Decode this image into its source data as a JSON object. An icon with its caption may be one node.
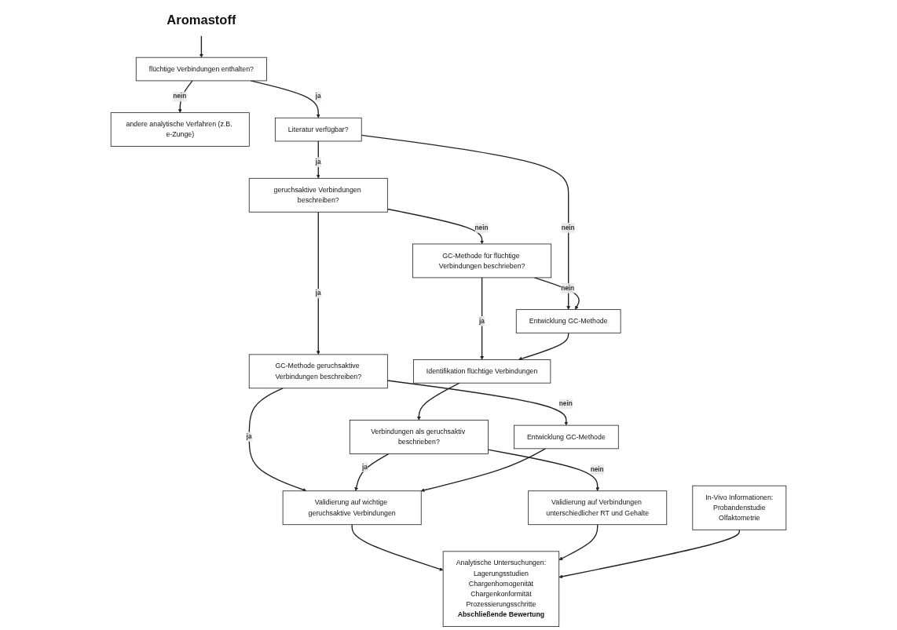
{
  "diagram": {
    "nodes": [
      {
        "text": [
          "Aromastoff"
        ]
      },
      {
        "text": [
          "flüchtige Verbindungen enthalten?"
        ]
      },
      {
        "text": [
          "andere analytische Verfahren (z.B. e-Zunge)"
        ]
      },
      {
        "text": [
          "Literatur verfügbar?"
        ]
      },
      {
        "text": [
          "geruchsaktive Verbindungen beschreiben?"
        ]
      },
      {
        "text": [
          "Entwicklung GC-Methode"
        ]
      },
      {
        "text": [
          "GC-Methode für flüchtige Verbindungen beschrieben?"
        ]
      },
      {
        "text": [
          "GC-Methode geruchsaktive Verbindungen beschreiben?"
        ]
      },
      {
        "text": [
          "Identifikation flüchtige Verbindungen"
        ]
      },
      {
        "text": [
          "Verbindungen als geruchsaktiv beschrieben?"
        ]
      },
      {
        "text": [
          "Validierung auf wichtige geruchsaktive Verbindungen"
        ]
      },
      {
        "text": [
          "Entwicklung GC-Methode"
        ]
      },
      {
        "text": [
          "Validierung auf Verbindungen unterschiedlicher RT und Gehalte"
        ]
      },
      {
        "text": [
          "Analytische Untersuchungen:",
          "Lagerungsstudien",
          "Chargenhomogenität",
          "Chargenkonformität",
          "Prozessierungsschritte",
          "Abschließende Bewertung"
        ]
      },
      {
        "text": [
          "In-Vivo Informationen:",
          "Probandenstudie",
          "Olfaktometrie"
        ]
      }
    ],
    "edges": [
      {
        "from": 0,
        "to": 1,
        "arrow": "to"
      },
      {
        "from": 1,
        "to": 2,
        "arrow": "to",
        "label": "nein"
      },
      {
        "from": 1,
        "to": 3,
        "arrow": "to",
        "label": "ja"
      },
      {
        "from": 3,
        "to": 4,
        "arrow": "to",
        "label": "ja"
      },
      {
        "from": 3,
        "to": 5,
        "arrow": "to",
        "label": "nein"
      },
      {
        "from": 4,
        "to": 6,
        "arrow": "to",
        "label": "nein"
      },
      {
        "from": 4,
        "to": 7,
        "arrow": "to",
        "label": "ja"
      },
      {
        "from": 6,
        "to": 5,
        "arrow": "to",
        "label": "nein"
      },
      {
        "from": 6,
        "to": 8,
        "arrow": "to",
        "label": "ja"
      },
      {
        "from": 5,
        "to": 8,
        "arrow": "to"
      },
      {
        "from": 7,
        "to": 10,
        "arrow": "to",
        "label": "ja"
      },
      {
        "from": 7,
        "to": 11,
        "arrow": "to",
        "label": "nein"
      },
      {
        "from": 8,
        "to": 9,
        "arrow": "to"
      },
      {
        "from": 9,
        "to": 10,
        "arrow": "to",
        "label": "ja"
      },
      {
        "from": 9,
        "to": 12,
        "arrow": "to",
        "label": "nein"
      },
      {
        "from": 11,
        "to": 10,
        "arrow": "to"
      },
      {
        "from": 10,
        "to": 13,
        "arrow": "to"
      },
      {
        "from": 12,
        "to": 13,
        "arrow": "to"
      },
      {
        "from": 14,
        "to": 13,
        "arrow": "to"
      }
    ]
  }
}
